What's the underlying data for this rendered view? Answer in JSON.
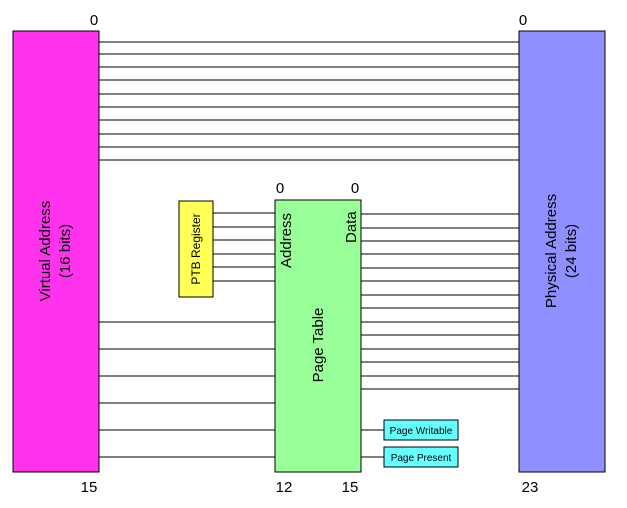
{
  "virtual_address": {
    "label_line1": "Virtual Address",
    "label_line2": "(16 bits)",
    "top_bit": "0",
    "bottom_bit": "15",
    "color": "#ff33ee"
  },
  "physical_address": {
    "label_line1": "Physical Address",
    "label_line2": "(24 bits)",
    "top_bit": "0",
    "bottom_bit": "23",
    "color": "#8f8fff"
  },
  "page_table": {
    "label": "Page Table",
    "address_label": "Address",
    "data_label": "Data",
    "address_top_bit": "0",
    "data_top_bit": "0",
    "address_bottom_bit": "12",
    "data_bottom_bit": "15",
    "color": "#99ff99"
  },
  "ptb_register": {
    "label": "PTB Register",
    "color": "#ffff55"
  },
  "page_writable": {
    "label": "Page Writable",
    "color": "#66ffff"
  },
  "page_present": {
    "label": "Page Present",
    "color": "#66ffff"
  }
}
